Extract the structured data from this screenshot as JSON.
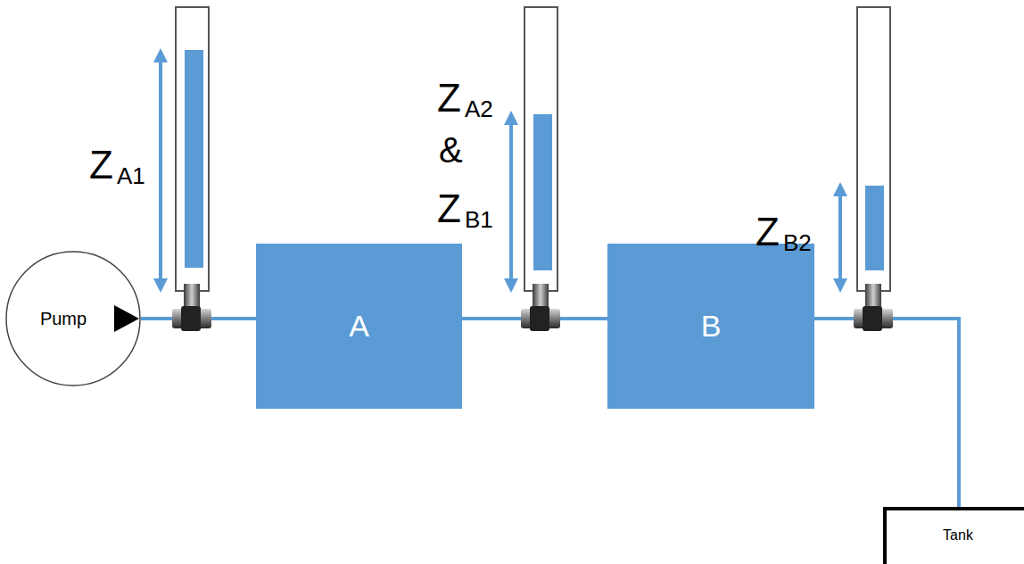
{
  "diagram": {
    "nodes": [
      {
        "text": [
          "Pump"
        ]
      },
      {
        "text": [
          "A"
        ]
      },
      {
        "text": [
          "B"
        ]
      },
      {
        "text": [
          "Tank"
        ]
      }
    ],
    "edges": [
      {
        "from": 0,
        "to": 1,
        "arrow": "none"
      },
      {
        "from": 1,
        "to": 2,
        "arrow": "none"
      },
      {
        "from": 2,
        "to": 3,
        "arrow": "none"
      }
    ],
    "labels": [
      "Z",
      "A1",
      "Z",
      "A2",
      "&",
      "Z",
      "B1",
      "Z",
      "B2"
    ]
  }
}
